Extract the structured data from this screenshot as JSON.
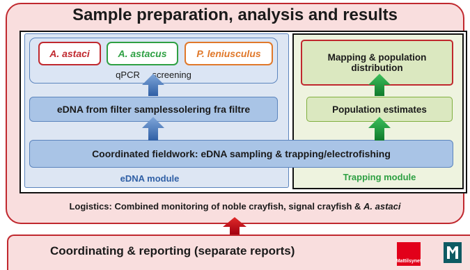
{
  "title": "Sample preparation, analysis and results",
  "edna_module": {
    "species": [
      {
        "name": "A. astaci",
        "color": "#c0282e"
      },
      {
        "name": "A. astacus",
        "color": "#2ea043"
      },
      {
        "name": "P. leniusculus",
        "color": "#e0782a"
      }
    ],
    "qpcr_label": "qPCR screening",
    "edna_filter_label": "eDNA from filter samplessolering fra filtre",
    "module_label": "eDNA module"
  },
  "fieldwork_label": "Coordinated fieldwork: eDNA sampling & trapping/electrofishing",
  "trapping_module": {
    "mapping_label": "Mapping & population distribution",
    "population_label": "Population estimates",
    "module_label": "Trapping module"
  },
  "logistics": {
    "text": "Logistics: Combined monitoring of noble crayfish, signal crayfish & ",
    "italic": "A. astaci"
  },
  "coordinating_label": "Coordinating & reporting (separate reports)",
  "logos": {
    "mattilsynet": "Mattilsynet"
  },
  "colors": {
    "outer_border": "#c0282e",
    "blue_arrow": "#4f81bd",
    "green_arrow": "#1f9a3e",
    "red_arrow": "#c0000e"
  }
}
